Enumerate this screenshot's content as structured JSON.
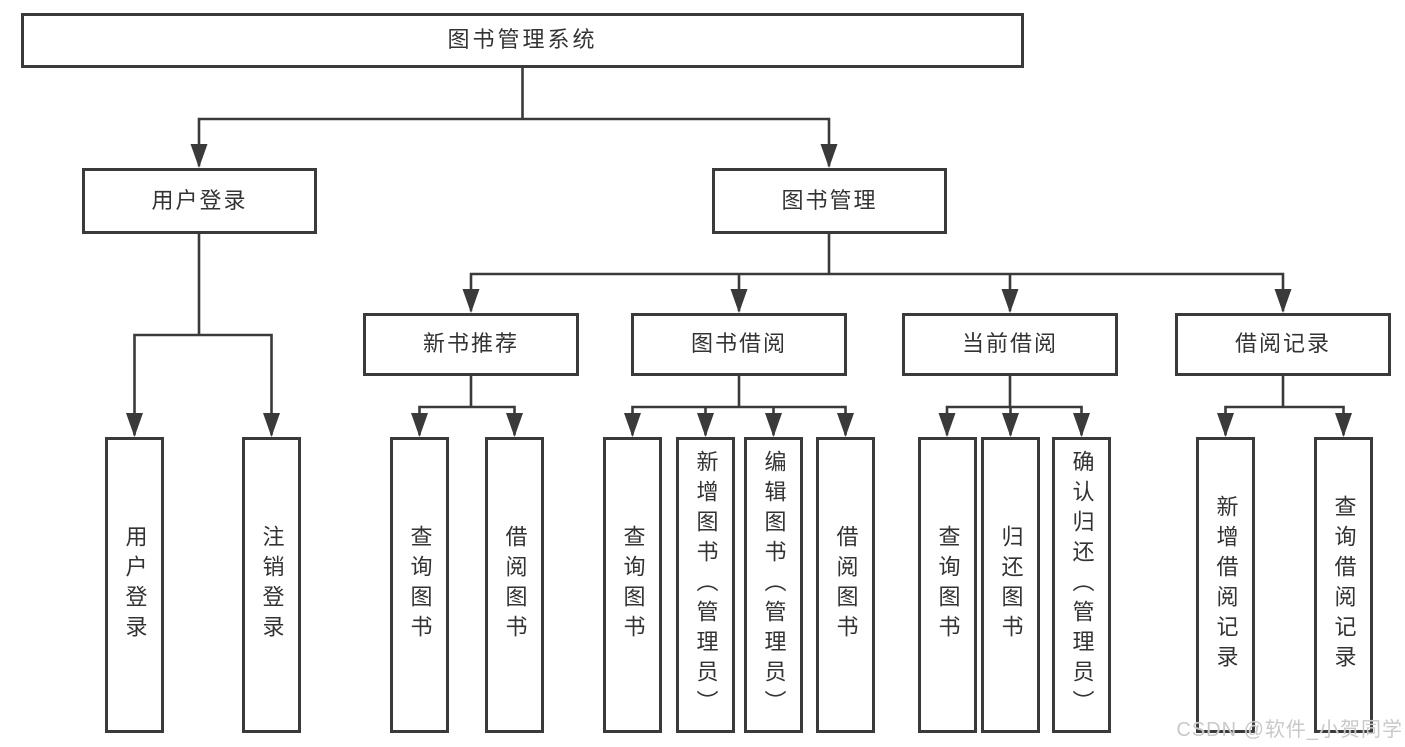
{
  "tree": {
    "label": "图书管理系统",
    "children": [
      {
        "label": "用户登录",
        "children": [
          {
            "label": "用户登录"
          },
          {
            "label": "注销登录"
          }
        ]
      },
      {
        "label": "图书管理",
        "children": [
          {
            "label": "新书推荐",
            "children": [
              {
                "label": "查询图书"
              },
              {
                "label": "借阅图书"
              }
            ]
          },
          {
            "label": "图书借阅",
            "children": [
              {
                "label": "查询图书"
              },
              {
                "label": "新增图书（管理员）"
              },
              {
                "label": "编辑图书（管理员）"
              },
              {
                "label": "借阅图书"
              }
            ]
          },
          {
            "label": "当前借阅",
            "children": [
              {
                "label": "查询图书"
              },
              {
                "label": "归还图书"
              },
              {
                "label": "确认归还（管理员）"
              }
            ]
          },
          {
            "label": "借阅记录",
            "children": [
              {
                "label": "新增借阅记录"
              },
              {
                "label": "查询借阅记录"
              }
            ]
          }
        ]
      }
    ]
  },
  "watermark": {
    "text": "CSDN @软件_小贺同学"
  },
  "colors": {
    "line": "#3a3a3a",
    "text": "#333333",
    "box_background": "#ffffff",
    "page_background": "#ffffff",
    "watermark": "#c9c9c9"
  }
}
